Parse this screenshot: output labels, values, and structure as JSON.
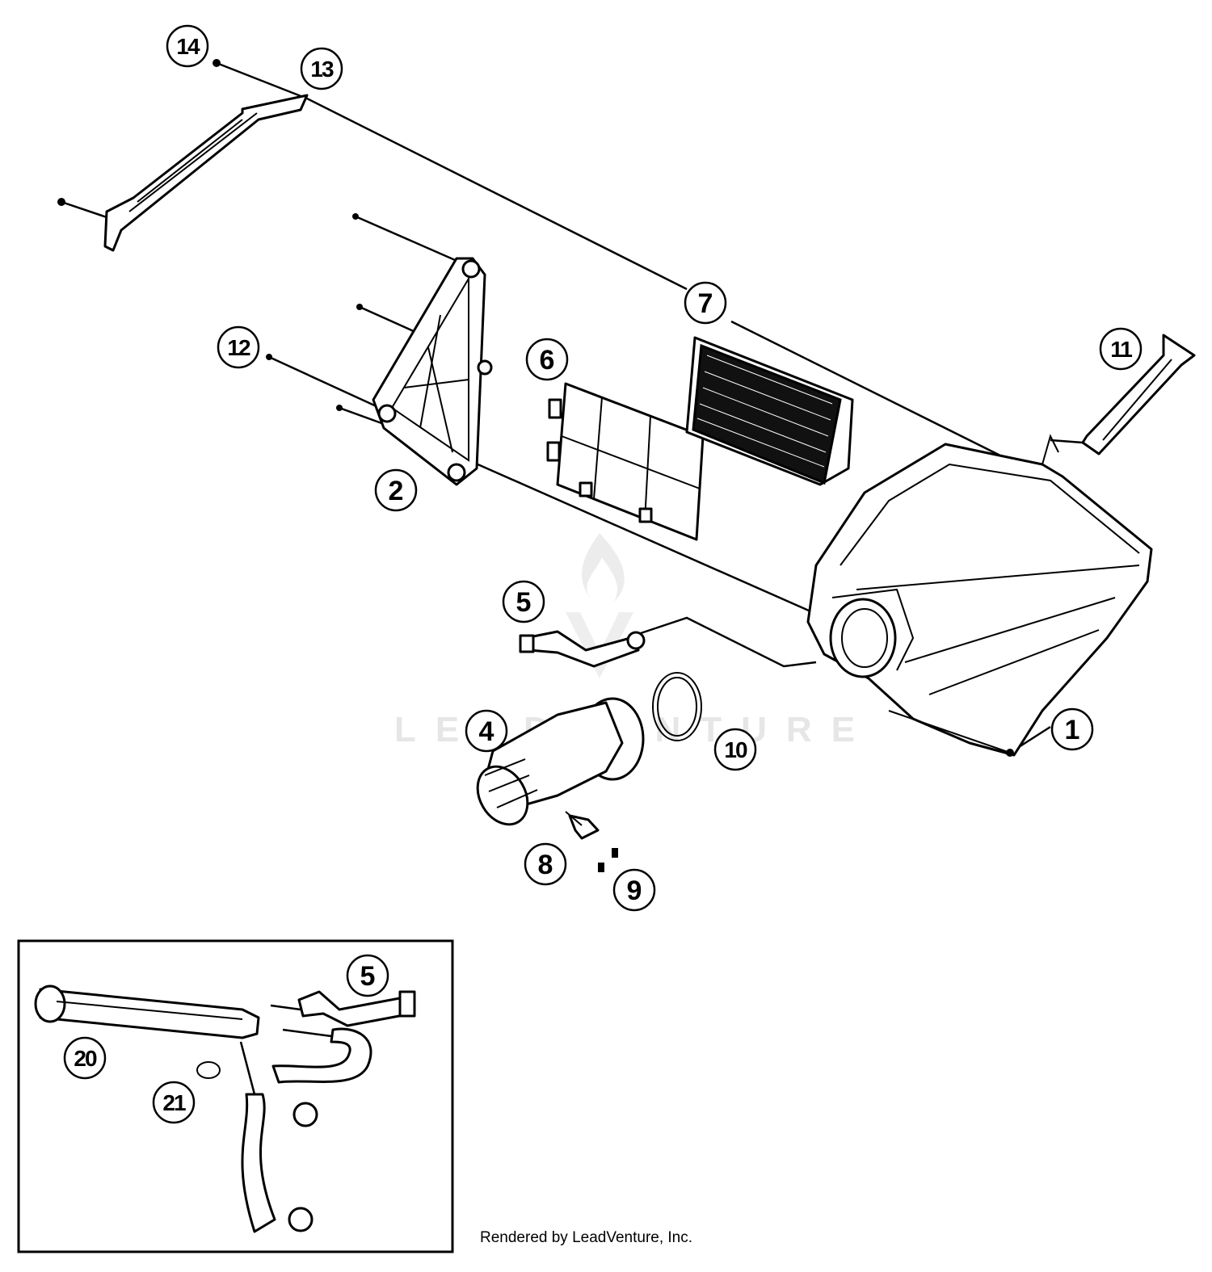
{
  "callouts": [
    {
      "id": "c1",
      "label": "1"
    },
    {
      "id": "c2",
      "label": "2"
    },
    {
      "id": "c4",
      "label": "4"
    },
    {
      "id": "c5",
      "label": "5"
    },
    {
      "id": "c5b",
      "label": "5"
    },
    {
      "id": "c6",
      "label": "6"
    },
    {
      "id": "c7",
      "label": "7"
    },
    {
      "id": "c8",
      "label": "8"
    },
    {
      "id": "c9",
      "label": "9"
    },
    {
      "id": "c10",
      "label": "10"
    },
    {
      "id": "c11",
      "label": "11"
    },
    {
      "id": "c12",
      "label": "12"
    },
    {
      "id": "c13",
      "label": "13"
    },
    {
      "id": "c14",
      "label": "14"
    },
    {
      "id": "c20",
      "label": "20"
    },
    {
      "id": "c21",
      "label": "21"
    }
  ],
  "watermark": {
    "text": "LEADVENTURE"
  },
  "footer": {
    "credit": "Rendered by LeadVenture, Inc."
  }
}
